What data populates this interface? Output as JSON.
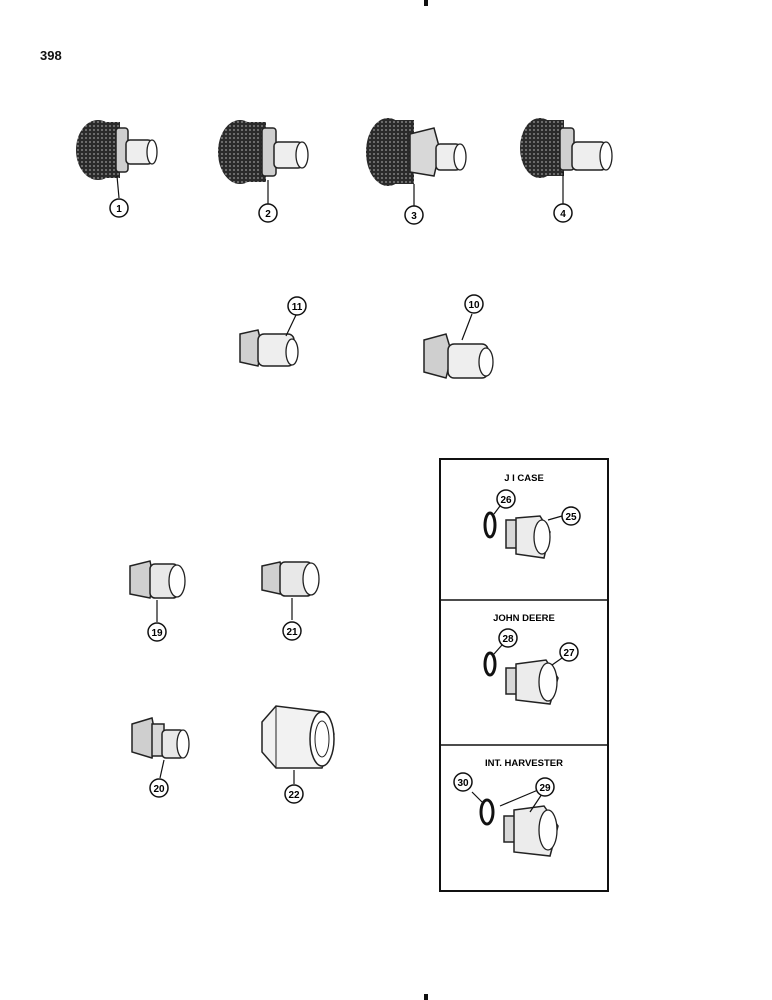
{
  "page_number": "398",
  "callouts": {
    "c1": "1",
    "c2": "2",
    "c3": "3",
    "c4": "4",
    "c10": "10",
    "c11": "11",
    "c19": "19",
    "c20": "20",
    "c21": "21",
    "c22": "22",
    "c25": "25",
    "c26": "26",
    "c27": "27",
    "c28": "28",
    "c29": "29",
    "c30": "30"
  },
  "panels": {
    "jicase": "J I CASE",
    "johndeere": "JOHN DEERE",
    "intharvester": "INT. HARVESTER"
  }
}
